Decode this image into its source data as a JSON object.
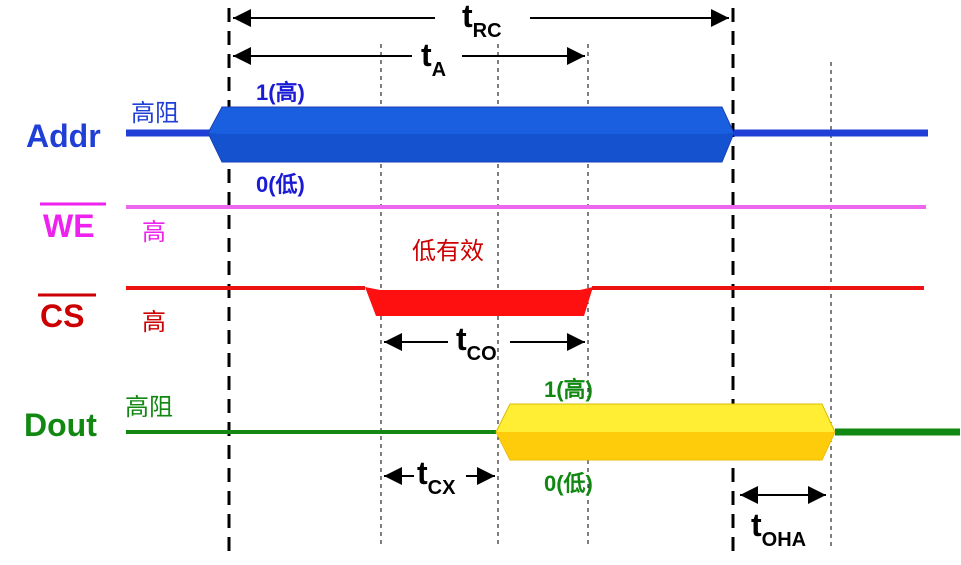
{
  "colors": {
    "addr": "#1f3fd6",
    "addr_bus": "#1a5fe0",
    "we": "#ee66ee",
    "cs": "#ee1111",
    "cs_label": "#cc0000",
    "dout": "#118811",
    "dout_bus": "#ffdd00",
    "timing": "#000000"
  },
  "signals": {
    "addr": {
      "name": "Addr",
      "left_state": "高阻",
      "high_label": "1(高)",
      "low_label": "0(低)"
    },
    "we": {
      "name": "WE",
      "state": "高"
    },
    "cs": {
      "name": "CS",
      "state": "高",
      "active_label": "低有效"
    },
    "dout": {
      "name": "Dout",
      "left_state": "高阻",
      "high_label": "1(高)",
      "low_label": "0(低)"
    }
  },
  "timings": {
    "trc": {
      "t": "t",
      "sub": "RC"
    },
    "ta": {
      "t": "t",
      "sub": "A"
    },
    "tco": {
      "t": "t",
      "sub": "CO"
    },
    "tcx": {
      "t": "t",
      "sub": "CX"
    },
    "toha": {
      "t": "t",
      "sub": "OHA"
    }
  }
}
